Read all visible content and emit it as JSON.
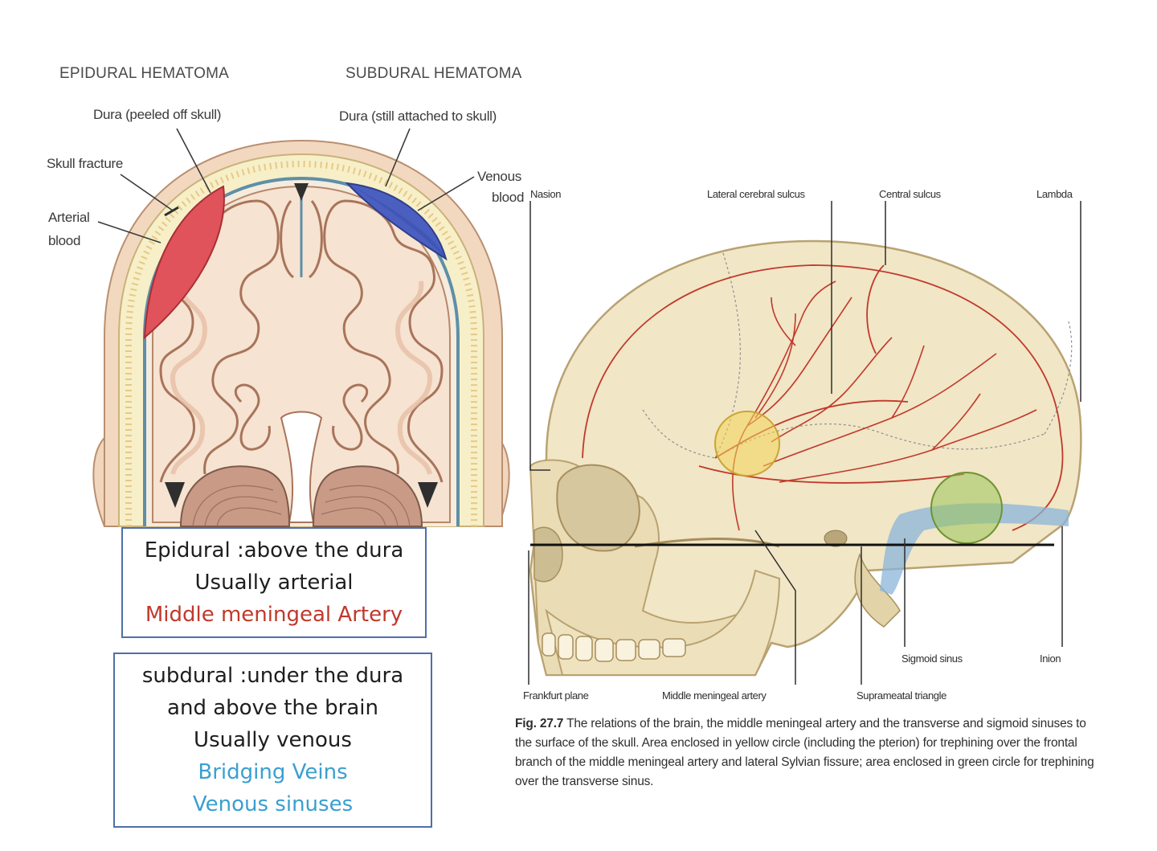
{
  "coronal": {
    "headings": {
      "epidural": "EPIDURAL HEMATOMA",
      "subdural": "SUBDURAL HEMATOMA"
    },
    "labels": {
      "dura_peeled": "Dura (peeled off skull)",
      "dura_attached": "Dura (still attached to skull)",
      "skull_fracture": "Skull fracture",
      "arterial": "Arterial",
      "blood_left": "blood",
      "venous": "Venous",
      "blood_right": "blood"
    }
  },
  "epidural_box": {
    "line1": "Epidural :above the dura",
    "line2": "Usually  arterial",
    "line3": "Middle meningeal Artery",
    "accent_color": "#c0392b"
  },
  "subdural_box": {
    "line1": "subdural :under the dura",
    "line2": "and above the brain",
    "line3": "Usually  venous",
    "line4": "Bridging Veins",
    "line5": "Venous sinuses",
    "accent_color": "#3a9fd0"
  },
  "skull": {
    "labels": {
      "nasion": "Nasion",
      "lateral_sulcus": "Lateral cerebral sulcus",
      "central_sulcus": "Central sulcus",
      "lambda": "Lambda",
      "sigmoid": "Sigmoid sinus",
      "inion": "Inion",
      "frankfurt": "Frankfurt plane",
      "middle_meningeal": "Middle meningeal artery",
      "suprameatal": "Suprameatal triangle"
    },
    "caption_fig": "Fig. 27.7",
    "caption_text": "The relations of the brain, the middle meningeal artery and the transverse and sigmoid sinuses to the surface of the skull. Area enclosed in yellow circle (including the pterion) for trephining over the frontal branch of the middle meningeal artery and lateral Sylvian fissure; area enclosed in green circle for trephining over the transverse sinus."
  }
}
